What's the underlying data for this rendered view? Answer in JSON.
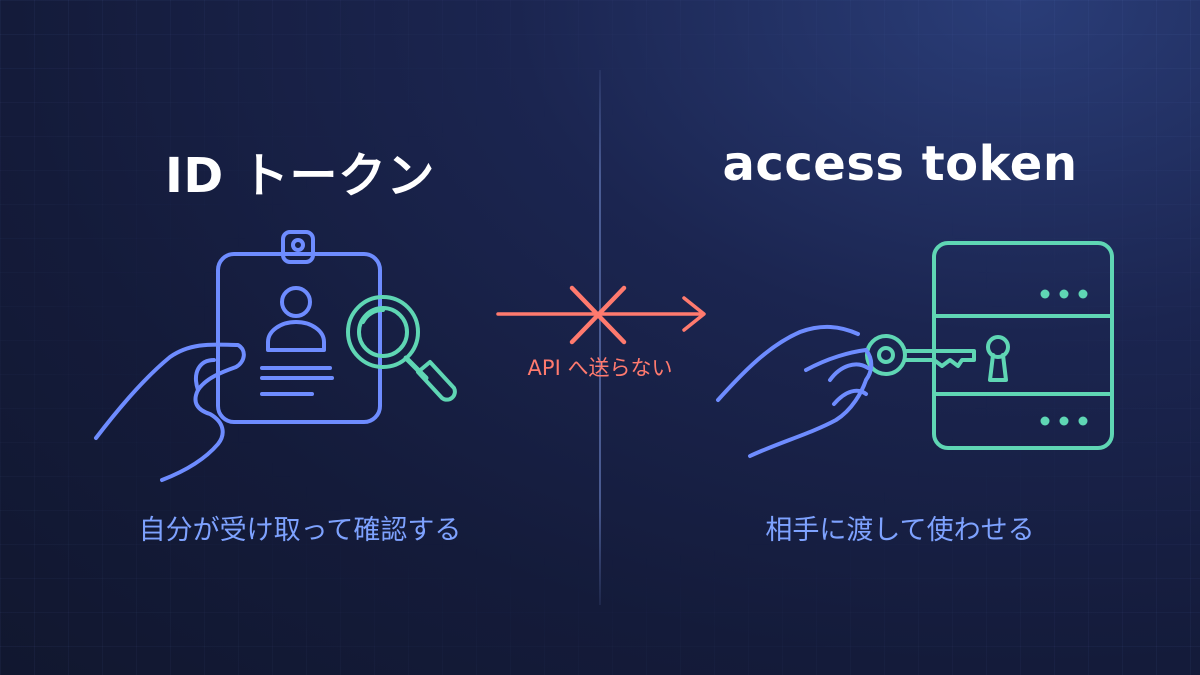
{
  "left": {
    "title": "ID トークン",
    "caption": "自分が受け取って確認する",
    "icons": [
      "hand-holding-id-card",
      "magnifying-glass"
    ]
  },
  "right": {
    "title": "access token",
    "caption": "相手に渡して使わせる",
    "icons": [
      "hand-holding-key",
      "server-lock"
    ]
  },
  "middle": {
    "label": "API へ送らない",
    "icons": [
      "arrow-right",
      "cross-mark"
    ]
  },
  "colors": {
    "background": "#141b3a",
    "blue": "#6e8cff",
    "teal": "#5fd6b4",
    "red": "#ff7a6e",
    "caption": "#7ea2ff",
    "title": "#ffffff"
  }
}
